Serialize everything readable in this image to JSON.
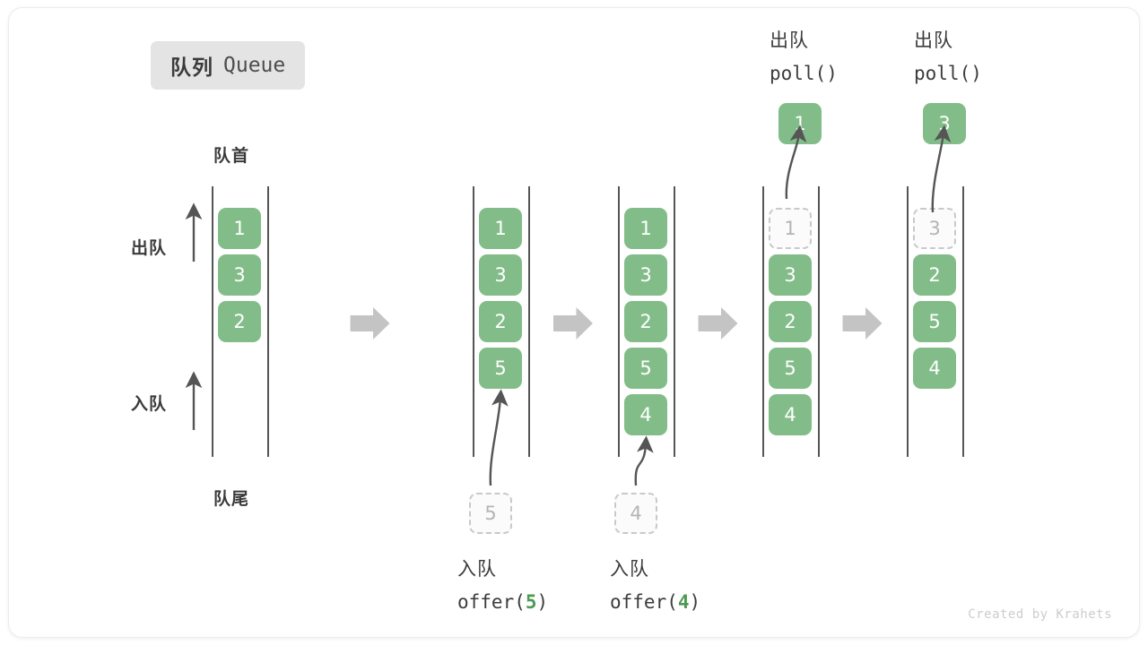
{
  "title": {
    "cn": "队列",
    "en": "Queue"
  },
  "labels": {
    "front": "队首",
    "rear": "队尾",
    "dequeue": "出队",
    "enqueue": "入队"
  },
  "watermark": "Created by Krahets",
  "colors": {
    "element": "#82bd89",
    "ghost_border": "#c9c9c9",
    "ghost_text": "#b4b4b4",
    "rail": "#555555",
    "arrow": "#555555",
    "step_arrow": "#c4c4c4",
    "badge_bg": "#e4e4e4",
    "text": "#3a3a3a",
    "accent_code": "#4e9a55"
  },
  "operations": [
    {
      "cn": "入队",
      "fn": "offer(",
      "arg": "5",
      "close": ")"
    },
    {
      "cn": "入队",
      "fn": "offer(",
      "arg": "4",
      "close": ")"
    },
    {
      "cn": "出队",
      "fn": "poll(",
      "arg": "",
      "close": ")"
    },
    {
      "cn": "出队",
      "fn": "poll(",
      "arg": "",
      "close": ")"
    }
  ],
  "stages": [
    {
      "name": "initial",
      "items": [
        "1",
        "3",
        "2"
      ],
      "ghost_index": -1,
      "incoming": null,
      "outgoing": null
    },
    {
      "name": "after-offer-5",
      "items": [
        "1",
        "3",
        "2",
        "5"
      ],
      "ghost_index": -1,
      "incoming": "5",
      "outgoing": null
    },
    {
      "name": "after-offer-4",
      "items": [
        "1",
        "3",
        "2",
        "5",
        "4"
      ],
      "ghost_index": -1,
      "incoming": "4",
      "outgoing": null
    },
    {
      "name": "after-poll-1",
      "items": [
        "1",
        "3",
        "2",
        "5",
        "4"
      ],
      "ghost_index": 0,
      "incoming": null,
      "outgoing": "1"
    },
    {
      "name": "after-poll-3",
      "items": [
        "3",
        "2",
        "5",
        "4"
      ],
      "ghost_index": 0,
      "incoming": null,
      "outgoing": "3"
    }
  ],
  "step_arrows_count": 4
}
